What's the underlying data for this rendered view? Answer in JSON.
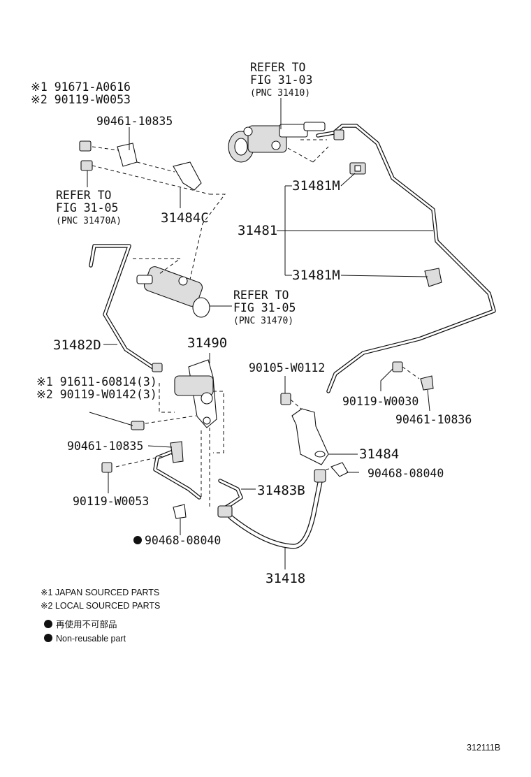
{
  "labels": {
    "s1_91671": "※1 91671-A0616",
    "s2_90119_53": "※2 90119-W0053",
    "p90461_10835_top": "90461-10835",
    "refer_top": "REFER TO",
    "fig_31_03": "FIG 31-03",
    "pnc_31410": "(PNC 31410)",
    "refer_left": "REFER TO",
    "fig_31_05a": "FIG 31-05",
    "pnc_31470a": "(PNC 31470A)",
    "p31484c": "31484C",
    "p31481m_top": "31481M",
    "p31481": "31481",
    "p31481m_bot": "31481M",
    "refer_mid": "REFER TO",
    "fig_31_05b": "FIG 31-05",
    "pnc_31470": "(PNC 31470)",
    "p31482d": "31482D",
    "p31490": "31490",
    "p90105": "90105-W0112",
    "s1_91611": "※1 91611-60814(3)",
    "s2_90119_142": "※2 90119-W0142(3)",
    "p90119_30": "90119-W0030",
    "p90461_10836": "90461-10836",
    "p90461_10835_low": "90461-10835",
    "p31484": "31484",
    "p90468_right": "90468-08040",
    "p90119_53_low": "90119-W0053",
    "p31483b": "31483B",
    "p90468_low": "90468-08040",
    "p31418": "31418"
  },
  "legend": {
    "note1": "※1  JAPAN SOURCED PARTS",
    "note2": "※2  LOCAL SOURCED PARTS",
    "nonreuse_jp": "再使用不可部品",
    "nonreuse_en": "Non-reusable part"
  },
  "figure_id": "312111B"
}
